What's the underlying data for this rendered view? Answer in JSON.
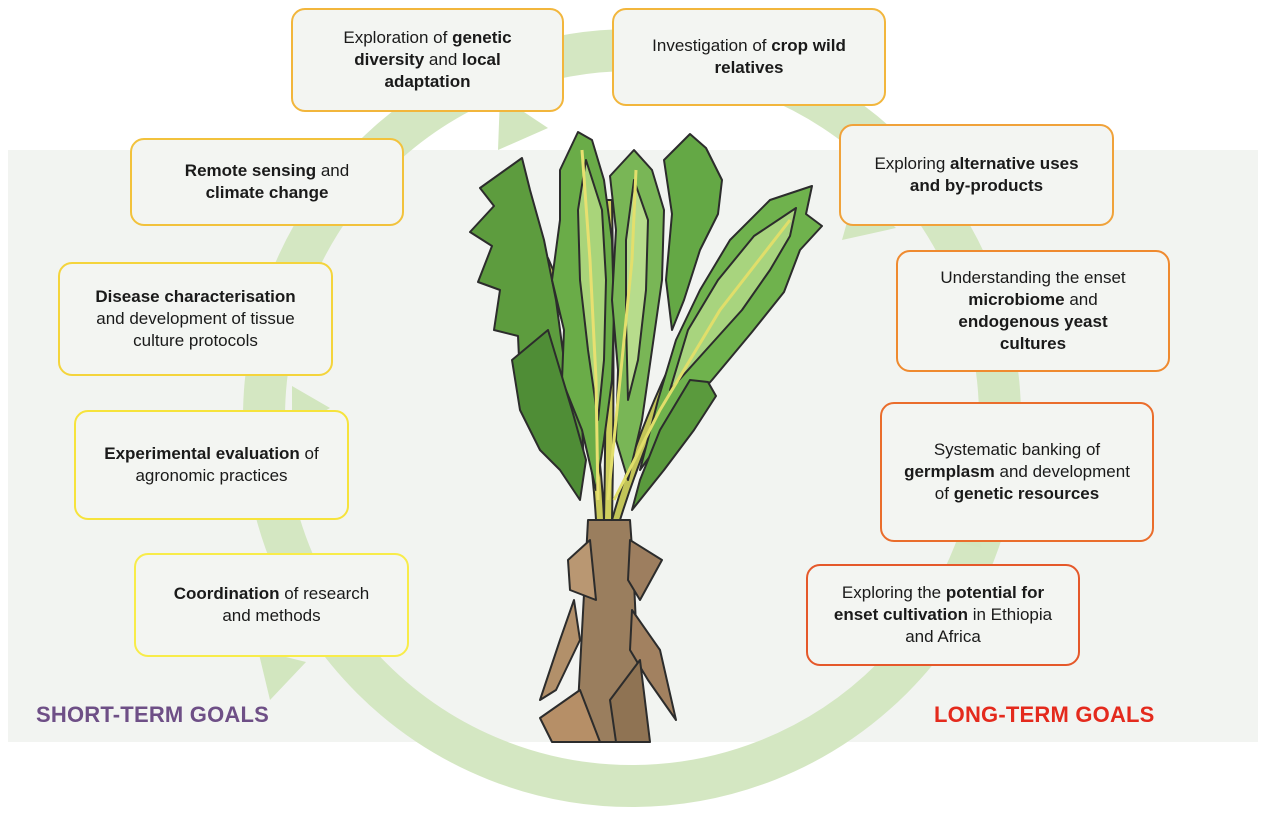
{
  "labels": {
    "short_term": "SHORT-TERM GOALS",
    "long_term": "LONG-TERM GOALS"
  },
  "colors": {
    "background_band": "#f2f4f1",
    "cycle_arrow": "#cfe4b9",
    "short_term_label": "#6e4f86",
    "long_term_label": "#e42a1d",
    "box_yellow": "#f6e33c",
    "box_gold": "#f2b63c",
    "box_orange": "#ef8a2f",
    "box_red_orange": "#e5582a"
  },
  "goals": [
    {
      "id": "genetic-diversity",
      "color": "#f2b63c",
      "parts": [
        [
          "Exploration of ",
          false
        ],
        [
          "genetic diversity",
          true
        ],
        [
          " and ",
          false
        ],
        [
          "local adaptation",
          true
        ]
      ]
    },
    {
      "id": "crop-wild-relatives",
      "color": "#f2b63c",
      "parts": [
        [
          "Investigation of ",
          false
        ],
        [
          "crop wild relatives",
          true
        ]
      ]
    },
    {
      "id": "remote-sensing",
      "color": "#f2c23c",
      "parts": [
        [
          "Remote sensing",
          true
        ],
        [
          " and ",
          false
        ],
        [
          "climate change",
          true
        ]
      ]
    },
    {
      "id": "alternative-uses",
      "color": "#f0a23a",
      "parts": [
        [
          "Exploring ",
          false
        ],
        [
          "alternative uses and by-products",
          true
        ]
      ]
    },
    {
      "id": "disease",
      "color": "#f4d43c",
      "parts": [
        [
          "Disease characterisation",
          true
        ],
        [
          " and development of tissue culture protocols",
          false
        ]
      ]
    },
    {
      "id": "microbiome",
      "color": "#ef8a2f",
      "parts": [
        [
          "Understanding the enset ",
          false
        ],
        [
          "microbiome",
          true
        ],
        [
          " and ",
          false
        ],
        [
          "endogenous yeast cultures",
          true
        ]
      ]
    },
    {
      "id": "experimental",
      "color": "#f6e33c",
      "parts": [
        [
          "Experimental evaluation",
          true
        ],
        [
          " of agronomic practices",
          false
        ]
      ]
    },
    {
      "id": "germplasm",
      "color": "#ea6d2c",
      "parts": [
        [
          "Systematic",
          false
        ],
        [
          " banking of ",
          false
        ],
        [
          "germplasm",
          true
        ],
        [
          " and development of ",
          false
        ],
        [
          "genetic resources",
          true
        ]
      ]
    },
    {
      "id": "coordination",
      "color": "#f8ec4a",
      "parts": [
        [
          "Coordination",
          true
        ],
        [
          " of research and methods",
          false
        ]
      ]
    },
    {
      "id": "potential",
      "color": "#e5582a",
      "parts": [
        [
          "Exploring the ",
          false
        ],
        [
          "potential for enset cultivation",
          true
        ],
        [
          " in Ethiopia and Africa",
          false
        ]
      ]
    }
  ]
}
